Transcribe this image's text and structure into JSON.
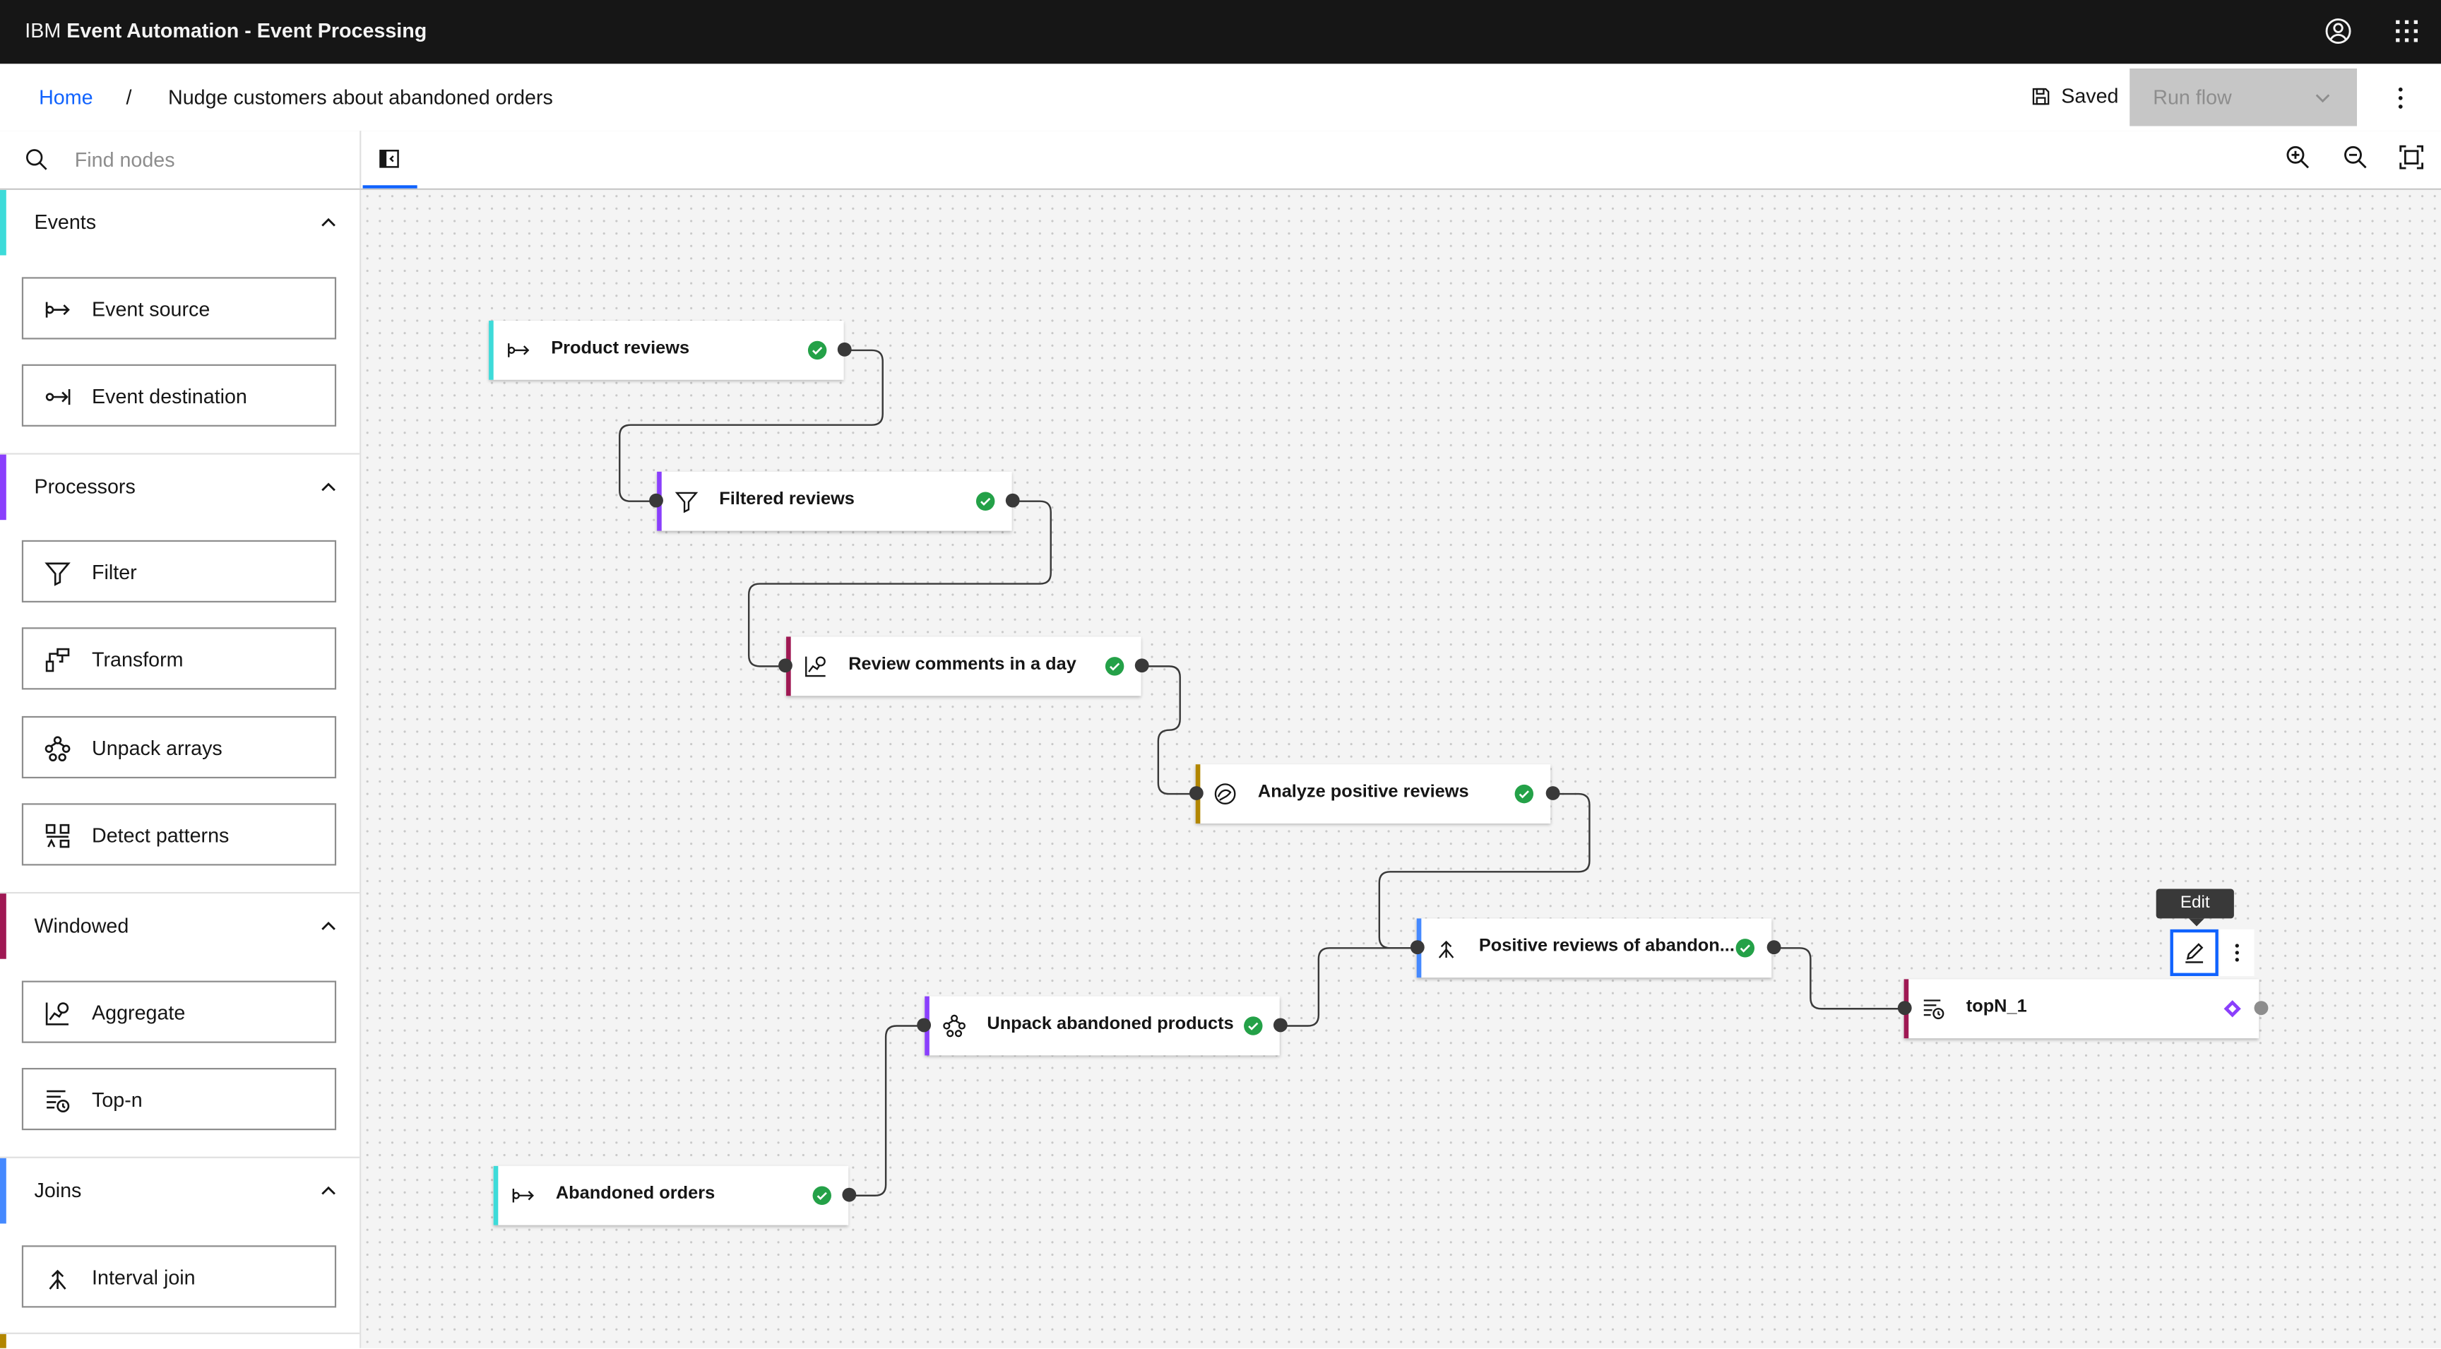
{
  "header": {
    "brand_prefix": "IBM",
    "title": "Event Automation - Event Processing",
    "user_icon": "user-avatar-icon",
    "apps_icon": "app-switcher-icon"
  },
  "breadcrumb": {
    "home": "Home",
    "separator": "/",
    "current": "Nudge customers about abandoned orders"
  },
  "actions": {
    "saved_label": "Saved",
    "run_flow_label": "Run flow"
  },
  "toolbar": {
    "search_placeholder": "Find nodes"
  },
  "palette": {
    "sections": [
      {
        "label": "Events",
        "color": "#3ddbd9",
        "items": [
          "Event source",
          "Event destination"
        ]
      },
      {
        "label": "Processors",
        "color": "#8a3ffc",
        "items": [
          "Filter",
          "Transform",
          "Unpack arrays",
          "Detect patterns"
        ]
      },
      {
        "label": "Windowed",
        "color": "#9f1853",
        "items": [
          "Aggregate",
          "Top-n"
        ]
      },
      {
        "label": "Joins",
        "color": "#4589ff",
        "items": [
          "Interval join"
        ]
      }
    ]
  },
  "canvas": {
    "nodes": [
      {
        "id": "product-reviews",
        "label": "Product reviews",
        "kind": "event-source",
        "color": "#3ddbd9",
        "status": "valid"
      },
      {
        "id": "filtered-reviews",
        "label": "Filtered reviews",
        "kind": "filter",
        "color": "#8a3ffc",
        "status": "valid"
      },
      {
        "id": "review-comments",
        "label": "Review comments in a day",
        "kind": "aggregate",
        "color": "#9f1853",
        "status": "valid"
      },
      {
        "id": "analyze-positive",
        "label": "Analyze positive reviews",
        "kind": "custom",
        "color": "#b28600",
        "status": "valid"
      },
      {
        "id": "positive-abandoned",
        "label": "Positive reviews of abandon...",
        "kind": "interval-join",
        "color": "#4589ff",
        "status": "valid"
      },
      {
        "id": "topn",
        "label": "topN_1",
        "kind": "top-n",
        "color": "#9f1853",
        "status": "incomplete"
      },
      {
        "id": "unpack",
        "label": "Unpack abandoned products",
        "kind": "unpack",
        "color": "#8a3ffc",
        "status": "valid"
      },
      {
        "id": "abandoned",
        "label": "Abandoned orders",
        "kind": "event-source",
        "color": "#3ddbd9",
        "status": "valid"
      }
    ],
    "tooltip": "Edit"
  }
}
